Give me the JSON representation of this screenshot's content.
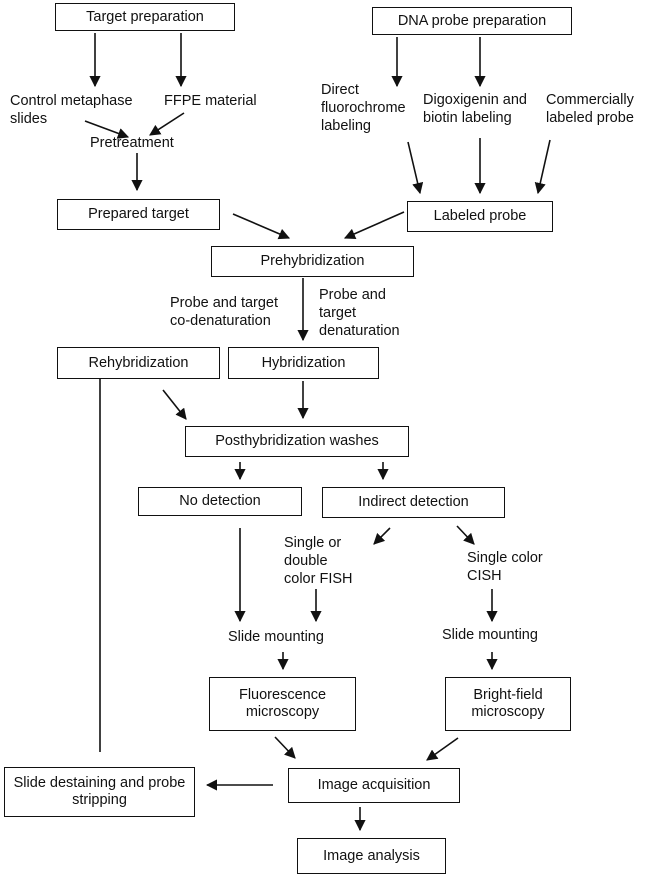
{
  "boxes": {
    "target_preparation": "Target preparation",
    "dna_probe_preparation": "DNA probe preparation",
    "prepared_target": "Prepared target",
    "labeled_probe": "Labeled probe",
    "prehybridization": "Prehybridization",
    "rehybridization": "Rehybridization",
    "hybridization": "Hybridization",
    "posthybridization_washes": "Posthybridization washes",
    "no_detection": "No detection",
    "indirect_detection": "Indirect detection",
    "fluorescence_microscopy": "Fluorescence\nmicroscopy",
    "bright_field_microscopy": "Bright-field\nmicroscopy",
    "slide_destaining": "Slide destaining\nand probe stripping",
    "image_acquisition": "Image acquisition",
    "image_analysis": "Image analysis"
  },
  "labels": {
    "control_metaphase": "Control metaphase\nslides",
    "ffpe_material": "FFPE material",
    "pretreatment": "Pretreatment",
    "direct_fluorochrome": "Direct\nfluorochrome\nlabeling",
    "digoxigenin_biotin": "Digoxigenin and\nbiotin labeling",
    "commercially_labeled": "Commercially\nlabeled probe",
    "co_denaturation": "Probe and target\nco-denaturation",
    "target_denaturation": "Probe and\ntarget\ndenaturation",
    "single_double_fish": "Single or\ndouble\ncolor FISH",
    "single_color_cish": "Single color\nCISH",
    "slide_mounting_left": "Slide mounting",
    "slide_mounting_right": "Slide mounting"
  }
}
